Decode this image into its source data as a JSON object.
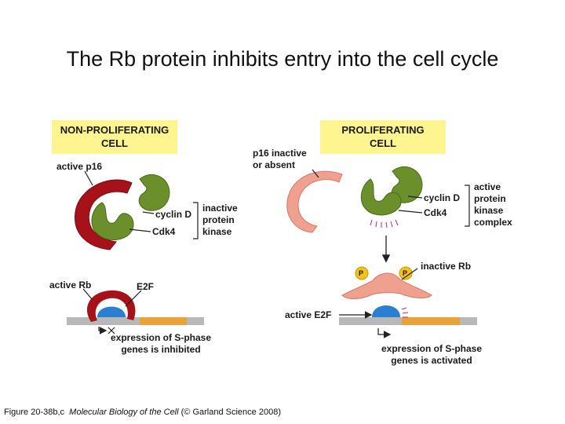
{
  "title": "The Rb protein inhibits entry into the cell cycle",
  "left_panel": {
    "header_line1": "NON-PROLIFERATING",
    "header_line2": "CELL",
    "active_p16": "active p16",
    "cyclin_d": "cyclin D",
    "cdk4": "Cdk4",
    "inactive_kinase_1": "inactive",
    "inactive_kinase_2": "protein",
    "inactive_kinase_3": "kinase",
    "active_rb": "active Rb",
    "e2f": "E2F",
    "expr_line1": "expression of S-phase",
    "expr_line2": "genes is inhibited"
  },
  "right_panel": {
    "header_line1": "PROLIFERATING",
    "header_line2": "CELL",
    "p16_inactive_1": "p16 inactive",
    "p16_inactive_2": "or absent",
    "cyclin_d": "cyclin D",
    "cdk4": "Cdk4",
    "active_complex_1": "active",
    "active_complex_2": "protein",
    "active_complex_3": "kinase",
    "active_complex_4": "complex",
    "phosphate": "P",
    "inactive_rb": "inactive Rb",
    "active_e2f": "active E2F",
    "expr_line1": "expression of S-phase",
    "expr_line2": "genes is activated"
  },
  "caption": {
    "prefix": "Figure 20-38b,c",
    "book": "Molecular Biology of the Cell",
    "suffix": "(© Garland Science 2008)"
  },
  "colors": {
    "header_bg": "#fef490",
    "p16_red": "#a6121a",
    "p16_pale": "#f0a08e",
    "cyclin_green": "#6b8f2a",
    "e2f_blue": "#2b7fd0",
    "dna_gray": "#b8b8b8",
    "gene_orange": "#e8a33a",
    "phosphate_yellow": "#f2c21a"
  }
}
